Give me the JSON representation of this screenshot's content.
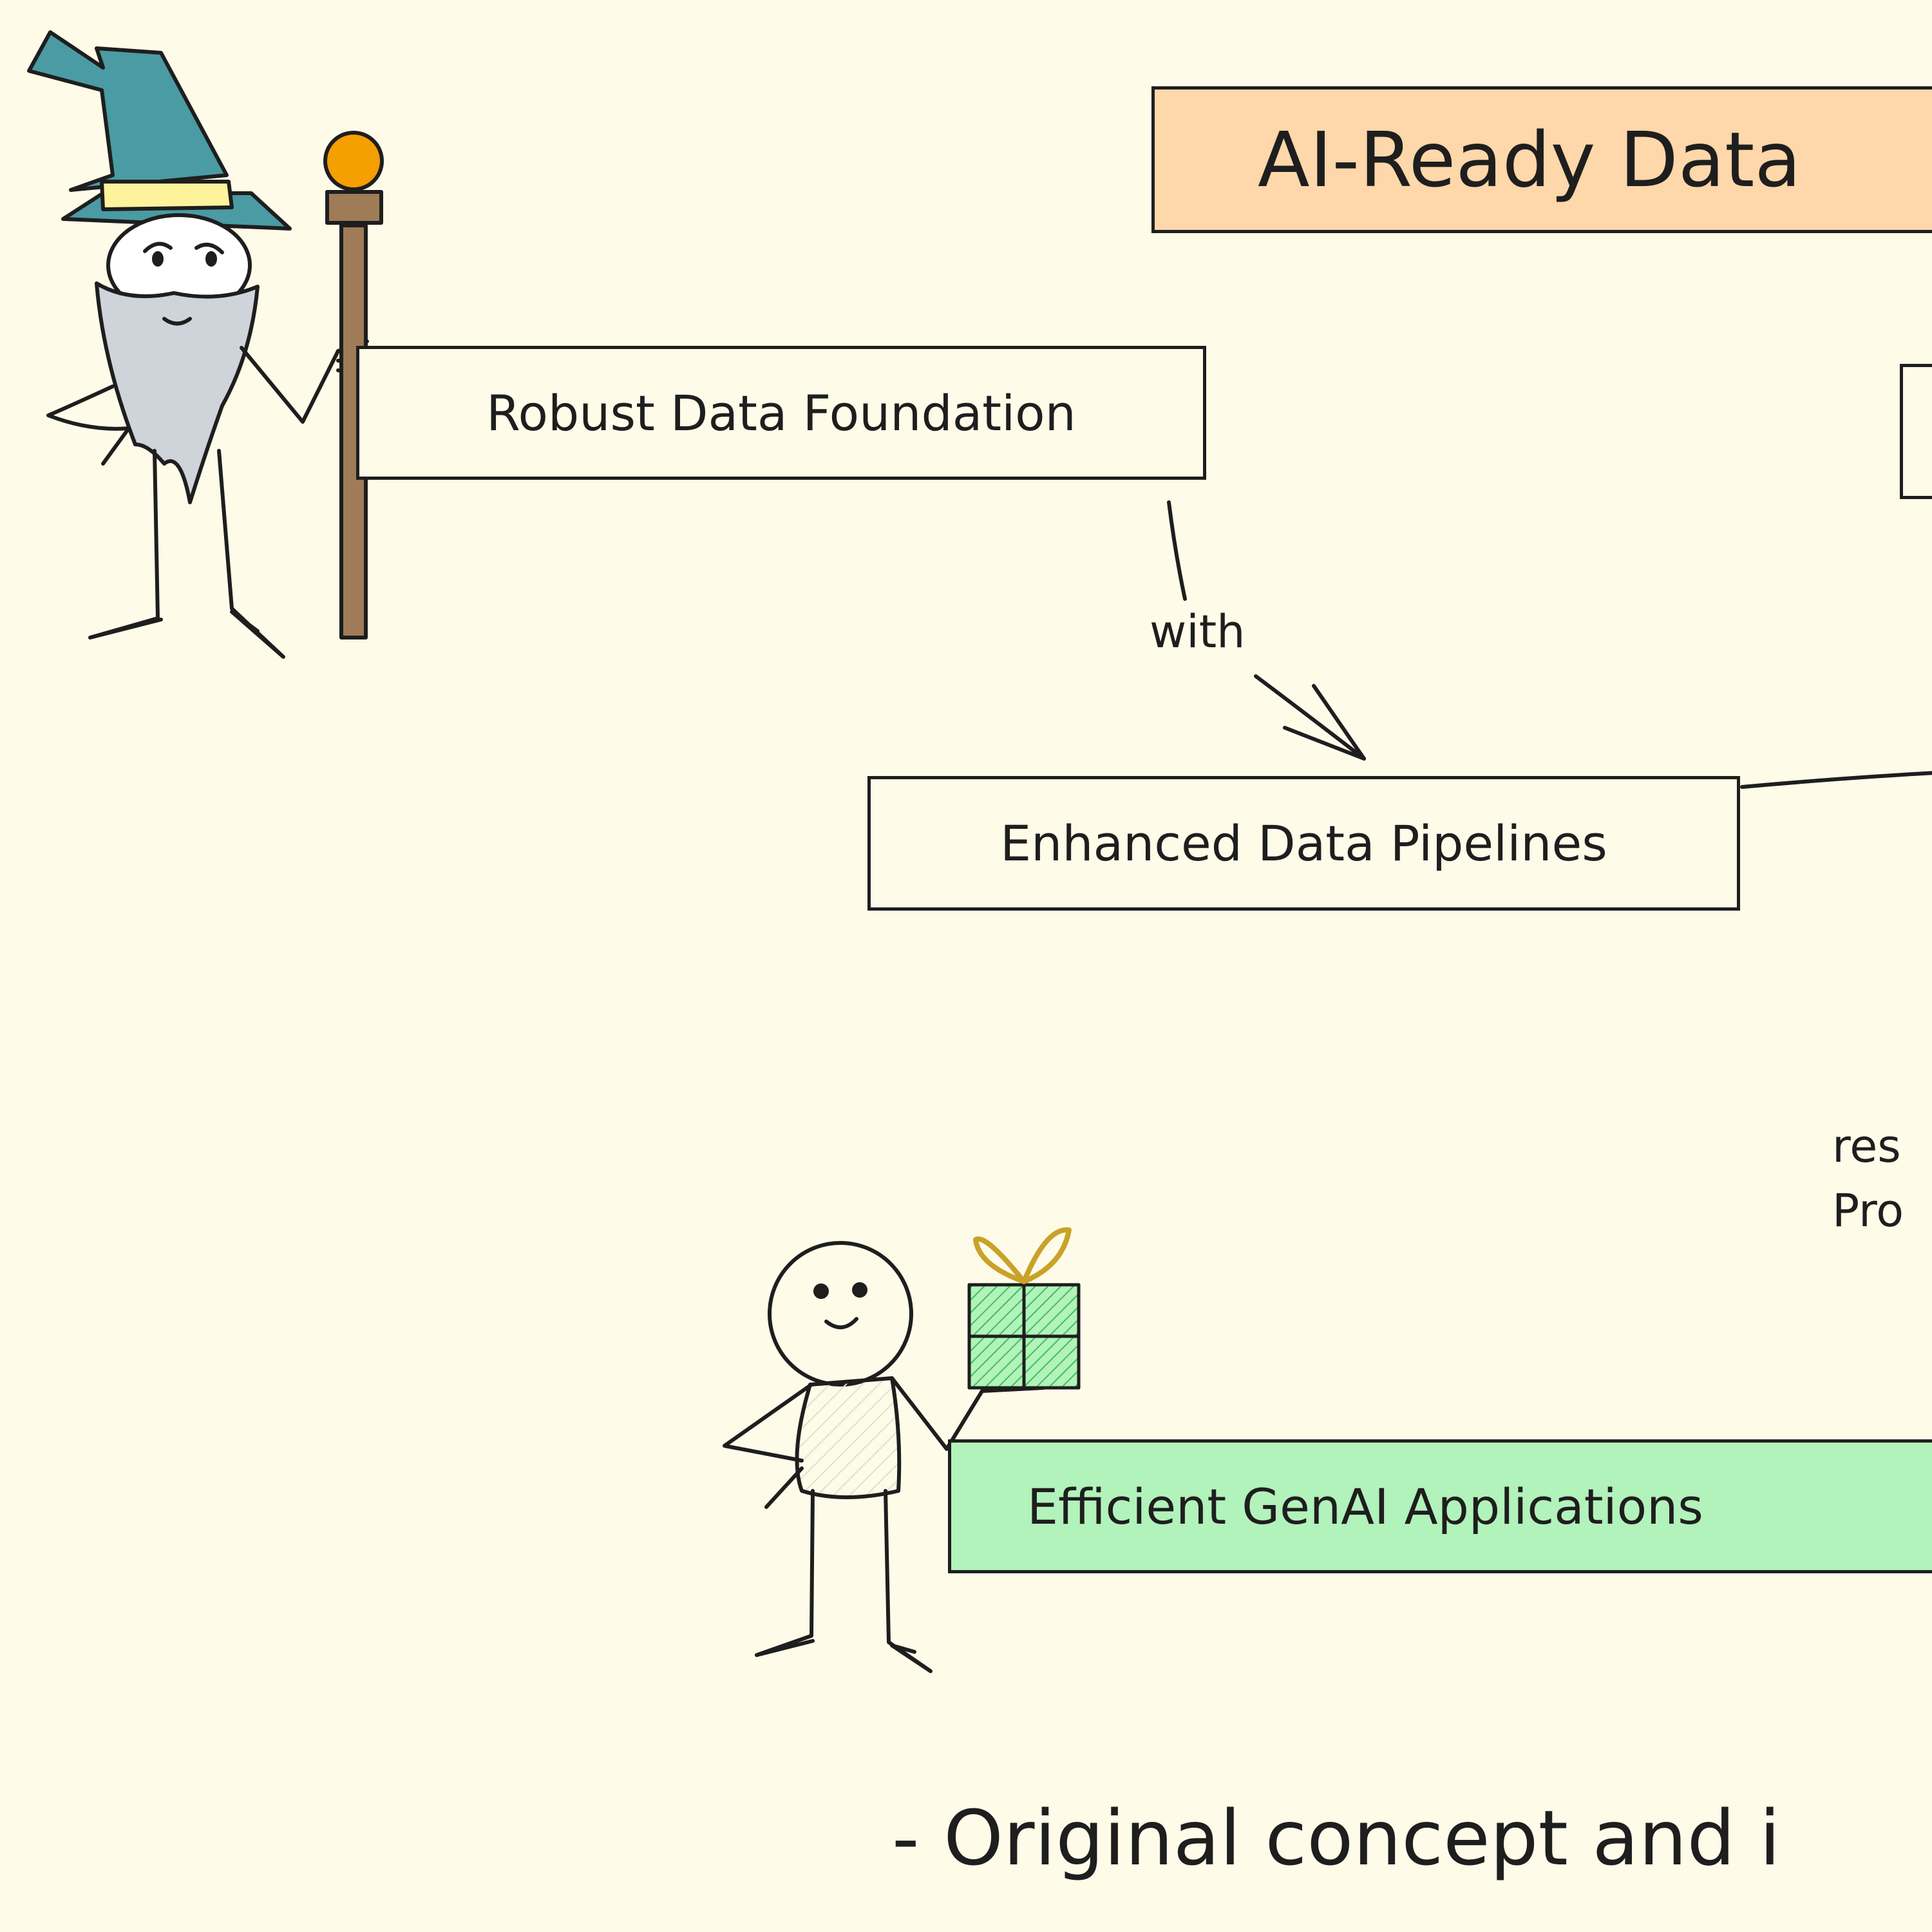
{
  "diagram": {
    "title": "AI-Ready Data",
    "nodes": {
      "foundation": "Robust Data Foundation",
      "pipelines": "Enhanced Data Pipelines",
      "genai": "Efficient GenAI Applications"
    },
    "edge_labels": {
      "with": "with",
      "right_partial_line1": "res",
      "right_partial_line2": "Pro"
    },
    "credit": "- Original concept and i"
  },
  "colors": {
    "background": "#fefbe9",
    "title_fill": "#fed7aa",
    "genai_fill": "#b2f2bb",
    "stroke": "#1e1e1e",
    "hat": "#4a9ba3",
    "hat_band": "#fdf39c",
    "beard": "#ced4da",
    "staff": "#a07b58",
    "orb": "#f59f00",
    "gift": "#b2f2bb",
    "ribbon": "#c9a227"
  },
  "icons": [
    "wizard-icon",
    "stick-figure-icon",
    "gift-icon"
  ]
}
